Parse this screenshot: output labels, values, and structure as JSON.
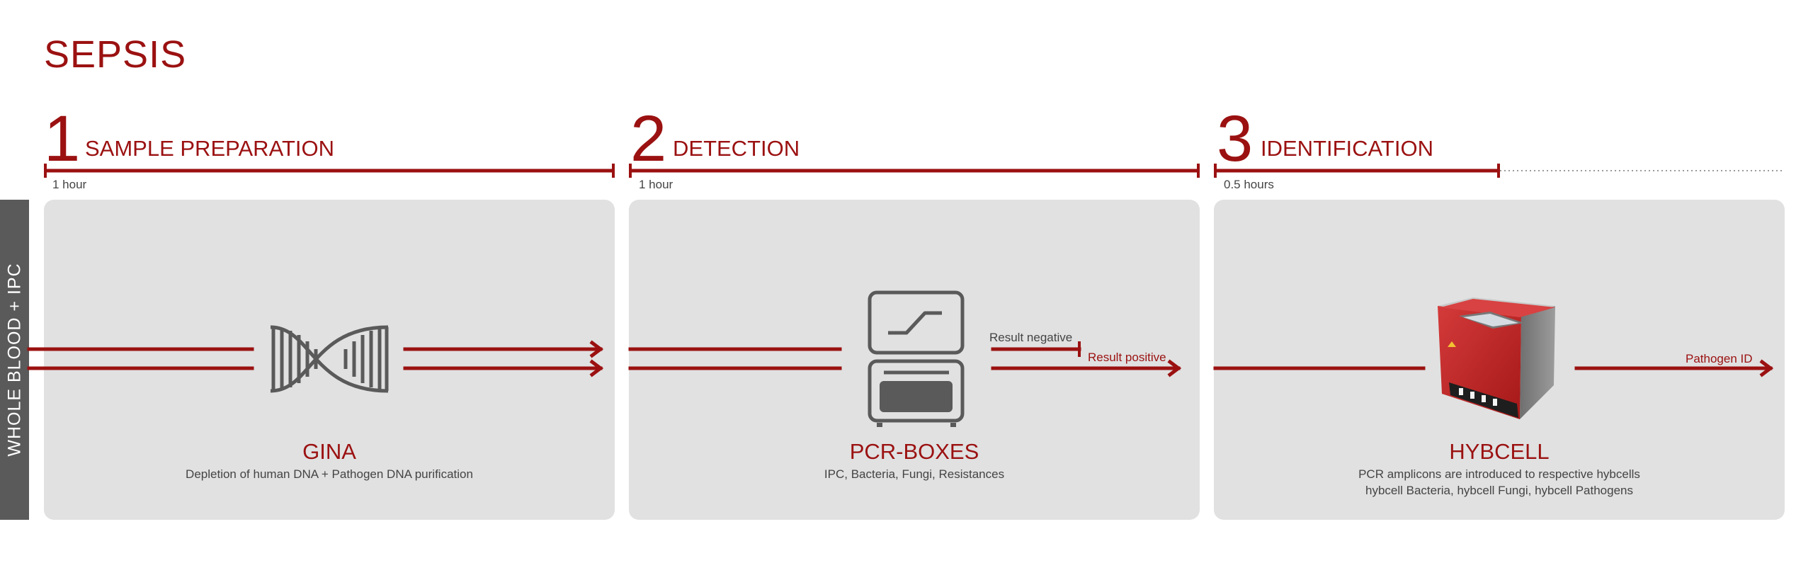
{
  "title": "SEPSIS",
  "side_label": "WHOLE BLOOD + IPC",
  "steps": [
    {
      "number": "1",
      "title": "SAMPLE PREPARATION",
      "duration": "1 hour",
      "device": "GINA",
      "description": [
        "Depletion of human DNA + Pathogen DNA purification"
      ]
    },
    {
      "number": "2",
      "title": "DETECTION",
      "duration": "1 hour",
      "device": "PCR-BOXES",
      "description": [
        "IPC, Bacteria, Fungi, Resistances"
      ]
    },
    {
      "number": "3",
      "title": "IDENTIFICATION",
      "duration": "0.5 hours",
      "device": "HYBCELL",
      "description": [
        "PCR amplicons are introduced to respective hybcells",
        "hybcell Bacteria, hybcell Fungi, hybcell Pathogens"
      ]
    }
  ],
  "flow_labels": {
    "result_negative": "Result negative",
    "result_positive": "Result positive",
    "pathogen_id": "Pathogen ID"
  },
  "icons": {
    "step1": "dna-helix-icon",
    "step2": "pcr-box-icon",
    "step3": "hybcell-device-icon"
  },
  "colors": {
    "accent": "#9b1111",
    "panel": "#e1e1e1",
    "side": "#5a5a5a",
    "text": "#444444",
    "icon": "#5a5a5a"
  }
}
